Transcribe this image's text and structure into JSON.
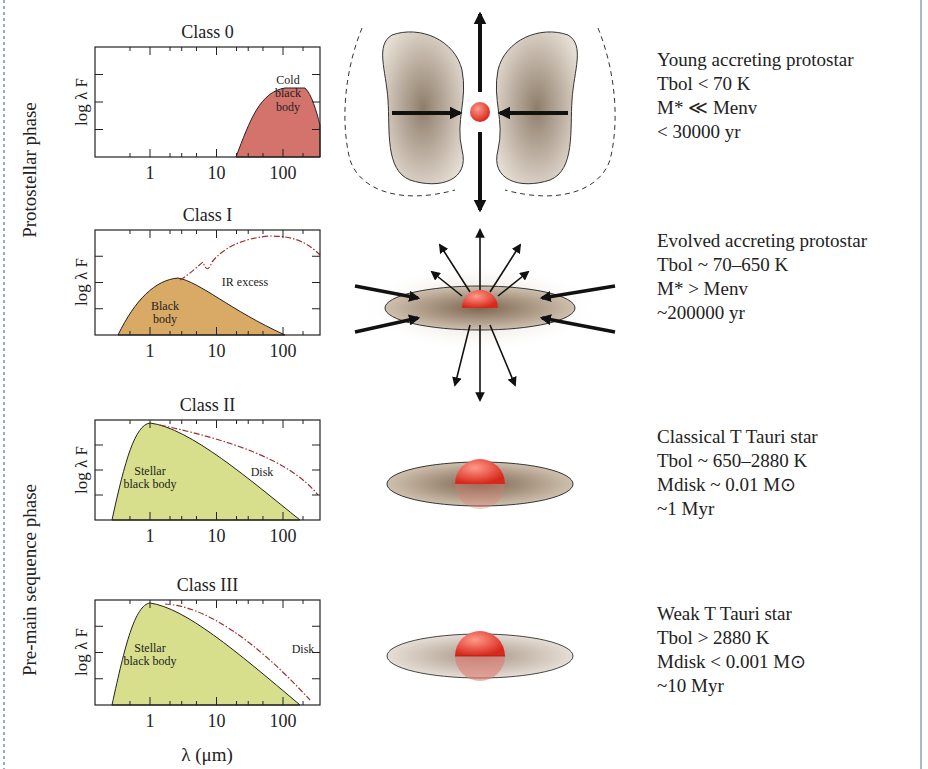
{
  "diagram": {
    "nodes": [
      {
        "text": [
          "Class 0",
          "Cold black body"
        ]
      },
      {
        "text": [
          "Class I",
          "IR excess",
          "Black body"
        ]
      },
      {
        "text": [
          "Class II",
          "Disk",
          "Stellar black body"
        ]
      },
      {
        "text": [
          "Class III",
          "Disk",
          "Stellar black body"
        ]
      }
    ],
    "labels": [
      "Protostellar phase",
      "Pre-main sequence phase",
      "log λ F",
      "log λ F",
      "log λ F",
      "log λ F",
      "1",
      "10",
      "100",
      "1",
      "10",
      "100",
      "1",
      "10",
      "100",
      "1",
      "10",
      "100",
      "λ (μm)",
      "Young accreting protostar",
      "Tbol < 70 K",
      "M* ≪ Menv",
      "< 30000 yr",
      "Evolved accreting protostar",
      "Tbol ~ 70–650 K",
      "M* > Menv",
      "~200000 yr",
      "Classical T Tauri star",
      "Tbol ~ 650–2880 K",
      "Mdisk ~ 0.01 M⊙",
      "~1 Myr",
      "Weak T Tauri star",
      "Tbol > 2880 K",
      "Mdisk < 0.001 M⊙",
      "~10 Myr"
    ]
  }
}
